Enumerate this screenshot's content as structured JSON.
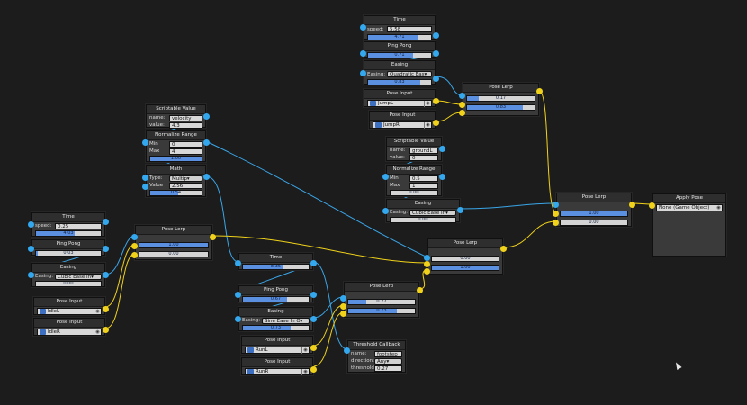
{
  "colors": {
    "float_wire": "#3aa6e8",
    "pose_wire": "#f0d21a",
    "fill": "#5b8fe0"
  },
  "nodes": {
    "time_top": {
      "title": "Time",
      "speed_label": "speed:",
      "speed_value": "5.58",
      "output": "4.71",
      "fill": 0.8
    },
    "pingpong_top": {
      "title": "Ping Pong",
      "output": "0.71",
      "fill": 0.71
    },
    "easing_top": {
      "title": "Easing",
      "easing_label": "Easing:",
      "easing_value": "Quadratic Eas▾",
      "output": "0.83",
      "fill": 0.83
    },
    "poseinput_jumpl": {
      "title": "Pose Input",
      "object": "JumpL"
    },
    "poseinput_jumpr": {
      "title": "Pose Input",
      "object": "JumpR"
    },
    "poselerp_top": {
      "title": "Pose Lerp",
      "bar1": "0.17",
      "fill1": 0.17,
      "bar2": "0.83",
      "fill2": 0.83
    },
    "scriptable_left": {
      "title": "Scriptable Value",
      "name_label": "name:",
      "name_value": "velocity",
      "value_label": "value:",
      "value_value": "4.3"
    },
    "normrange_left": {
      "title": "Normalize Range",
      "min_label": "Min",
      "min_value": "0",
      "max_label": "Max",
      "max_value": "4",
      "output": "1.00",
      "fill": 1.0
    },
    "math_left": {
      "title": "Math",
      "type_label": "Type:",
      "type_value": "Multip▾",
      "value_label": "Value",
      "value_value": "2.56",
      "output": "0.54",
      "fill": 0.54
    },
    "scriptable_mid": {
      "title": "Scriptable Value",
      "name_label": "name:",
      "name_value": "groundL",
      "value_label": "value:",
      "value_value": "0"
    },
    "normrange_mid": {
      "title": "Normalize Range",
      "min_label": "Min",
      "min_value": "0.5",
      "max_label": "Max",
      "max_value": "1",
      "output": "0.00",
      "fill": 0.0
    },
    "easing_mid": {
      "title": "Easing",
      "easing_label": "Easing:",
      "easing_value": "Cubic Ease In▾",
      "output": "0.00",
      "fill": 0.0
    },
    "poselerp_right": {
      "title": "Pose Lerp",
      "bar1": "1.00",
      "fill1": 1.0,
      "bar2": "0.00",
      "fill2": 0.0
    },
    "apply_pose": {
      "title": "Apply Pose",
      "object": "None (Game Object)",
      "pick": "◉"
    },
    "time_left": {
      "title": "Time",
      "speed_label": "speed:",
      "speed_value": "0.25",
      "output": "4.03",
      "fill": 0.6
    },
    "pingpong_left": {
      "title": "Ping Pong",
      "output": "0.03",
      "fill": 0.03
    },
    "easing_left": {
      "title": "Easing",
      "easing_label": "Easing:",
      "easing_value": "Cubic Ease In▾",
      "output": "0.00",
      "fill": 0.0
    },
    "poseinput_idlel": {
      "title": "Pose Input",
      "object": "IdleL"
    },
    "poseinput_idler": {
      "title": "Pose Input",
      "object": "IdleR"
    },
    "poselerp_left": {
      "title": "Pose Lerp",
      "bar1": "1.00",
      "fill1": 1.0,
      "bar2": "0.00",
      "fill2": 0.0
    },
    "poselerp_center": {
      "title": "Pose Lerp",
      "bar1": "0.00",
      "fill1": 0.0,
      "bar2": "1.00",
      "fill2": 1.0
    },
    "time_mid": {
      "title": "Time",
      "output": "8.35",
      "fill": 0.62
    },
    "pingpong_mid": {
      "title": "Ping Pong",
      "output": "0.67",
      "fill": 0.67
    },
    "easing_midlow": {
      "title": "Easing",
      "easing_label": "Easing:",
      "easing_value": "Sine Ease In O▾",
      "output": "0.73",
      "fill": 0.73
    },
    "poseinput_runl": {
      "title": "Pose Input",
      "object": "RunL"
    },
    "poseinput_runr": {
      "title": "Pose Input",
      "object": "RunR"
    },
    "poselerp_low": {
      "title": "Pose Lerp",
      "bar1": "0.27",
      "fill1": 0.27,
      "bar2": "0.73",
      "fill2": 0.73
    },
    "threshold": {
      "title": "Threshold Callback",
      "name_label": "name:",
      "name_value": "footstep",
      "direction_label": "direction:",
      "direction_value": "Any▾",
      "threshold_label": "threshold:",
      "threshold_value": "0.27"
    }
  }
}
